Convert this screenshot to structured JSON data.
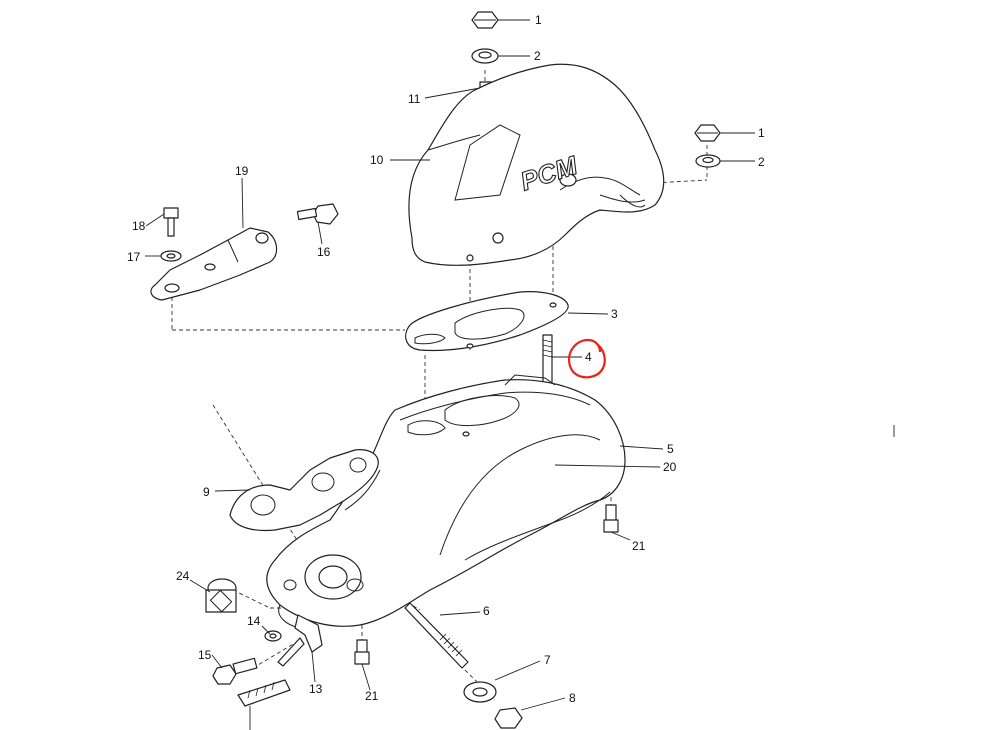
{
  "callouts": [
    {
      "id": "c1a",
      "text": "1"
    },
    {
      "id": "c2a",
      "text": "2"
    },
    {
      "id": "c1b",
      "text": "1"
    },
    {
      "id": "c2b",
      "text": "2"
    },
    {
      "id": "c3",
      "text": "3"
    },
    {
      "id": "c4",
      "text": "4"
    },
    {
      "id": "c5",
      "text": "5"
    },
    {
      "id": "c6",
      "text": "6"
    },
    {
      "id": "c7",
      "text": "7"
    },
    {
      "id": "c8",
      "text": "8"
    },
    {
      "id": "c9",
      "text": "9"
    },
    {
      "id": "c10",
      "text": "10"
    },
    {
      "id": "c11",
      "text": "11"
    },
    {
      "id": "c13",
      "text": "13"
    },
    {
      "id": "c14",
      "text": "14"
    },
    {
      "id": "c15",
      "text": "15"
    },
    {
      "id": "c16",
      "text": "16"
    },
    {
      "id": "c17",
      "text": "17"
    },
    {
      "id": "c18",
      "text": "18"
    },
    {
      "id": "c19",
      "text": "19"
    },
    {
      "id": "c20",
      "text": "20"
    },
    {
      "id": "c21a",
      "text": "21"
    },
    {
      "id": "c21b",
      "text": "21"
    },
    {
      "id": "c24",
      "text": "24"
    }
  ],
  "cover_logo": "PCM",
  "highlight": {
    "target": "4",
    "color": "#e8231c"
  },
  "colors": {
    "line": "#222222",
    "background": "#ffffff"
  }
}
